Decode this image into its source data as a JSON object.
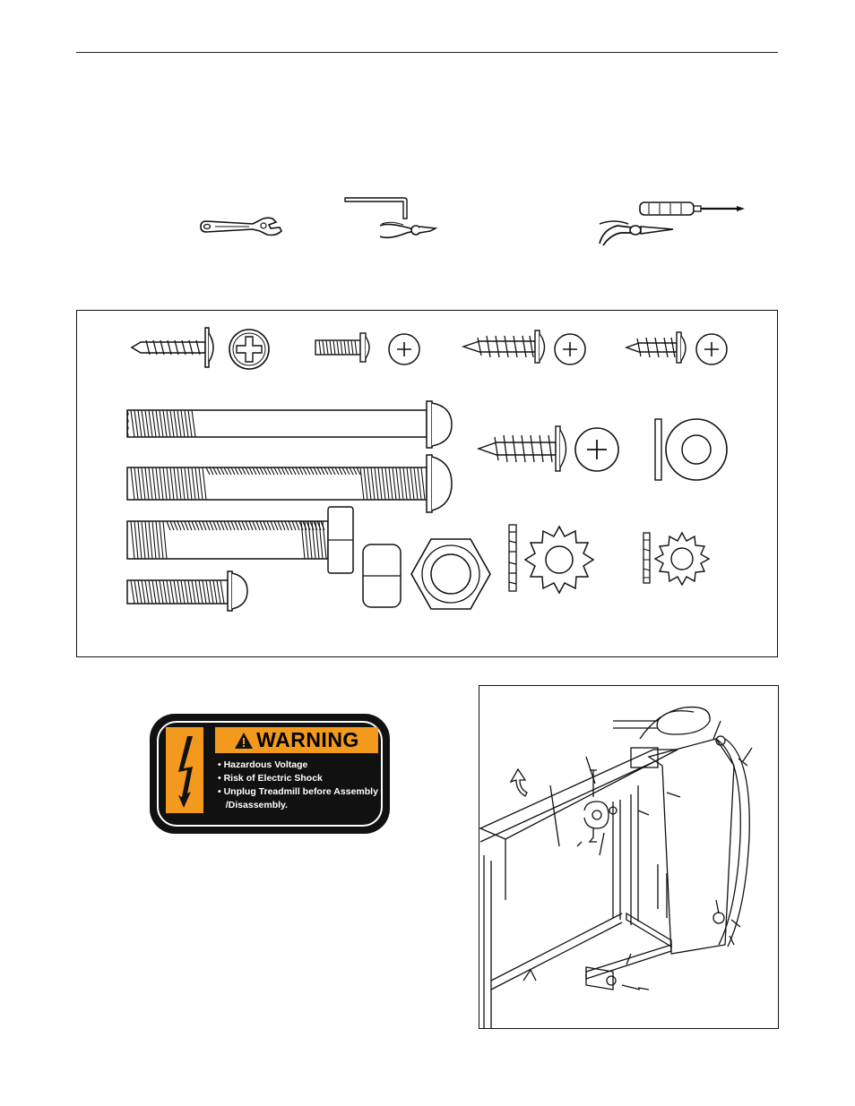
{
  "warning_decal": {
    "title": "WARNING",
    "lines": [
      "• Hazardous Voltage",
      "• Risk of Electric Shock",
      "• Unplug Treadmill before Assembly",
      "   /Disassembly."
    ],
    "colors": {
      "accent": "#f39a1e",
      "background": "#111111",
      "text": "#ffffff"
    },
    "icons": [
      "caution-triangle-icon",
      "lightning-bolt-icon"
    ]
  },
  "tools": [
    "adjustable-wrench",
    "hex-key",
    "diagonal-cutters",
    "phillips-screwdriver",
    "needle-nose-pliers"
  ],
  "hardware": [
    "self-tapping-screw",
    "machine-screw",
    "sheet-metal-screw",
    "small-sheet-metal-screw",
    "partially-threaded-bolt",
    "fully-threaded-bolt",
    "hex-bolt",
    "short-bolt",
    "hex-nut",
    "large-nut",
    "large-screw",
    "flat-washer",
    "star-washer",
    "small-star-washer"
  ]
}
